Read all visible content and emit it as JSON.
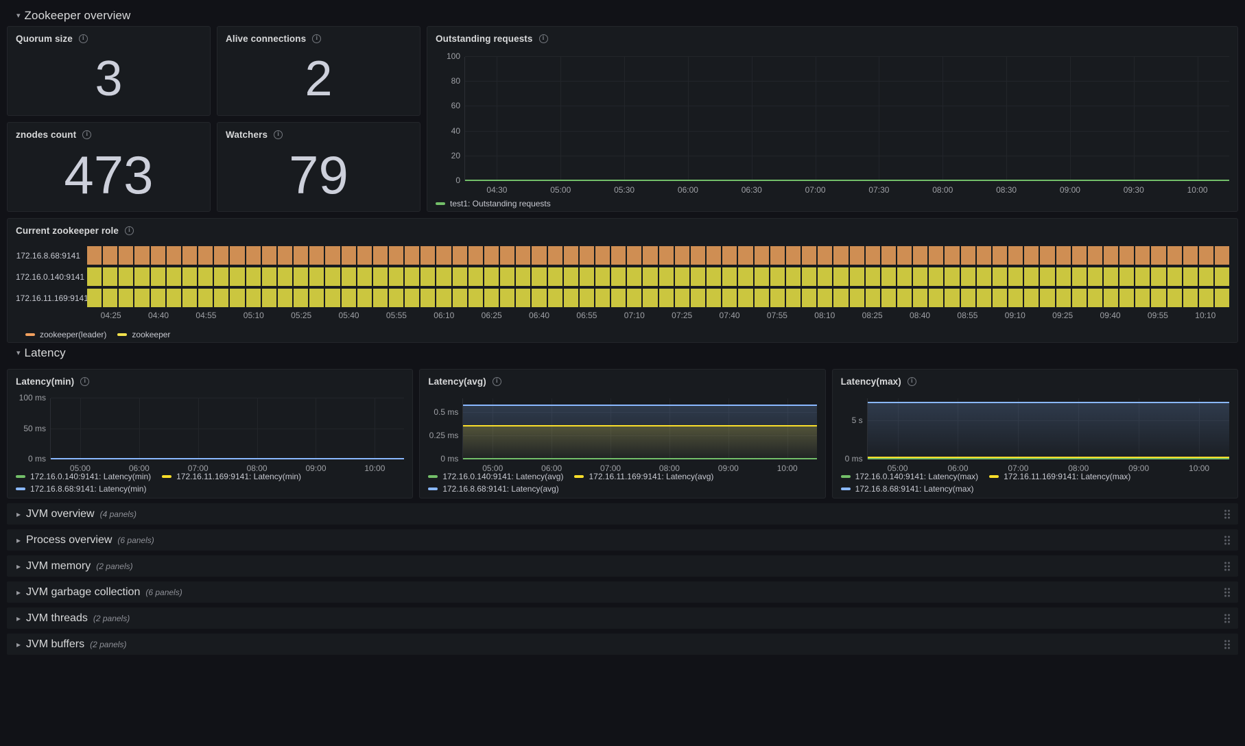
{
  "sections": {
    "zookeeper_overview": {
      "title": "Zookeeper overview",
      "caret": "chevron-down"
    },
    "latency": {
      "title": "Latency",
      "caret": "chevron-down"
    }
  },
  "stats": [
    {
      "title": "Quorum size",
      "value": "3",
      "size": "big"
    },
    {
      "title": "Alive connections",
      "value": "2",
      "size": "big"
    },
    {
      "title": "znodes count",
      "value": "473",
      "size": "huge"
    },
    {
      "title": "Watchers",
      "value": "79",
      "size": "huge"
    }
  ],
  "outstanding_requests": {
    "title": "Outstanding requests",
    "legend": [
      {
        "label": "test1: Outstanding requests",
        "color": "#73bf69"
      }
    ]
  },
  "zookeeper_role": {
    "title": "Current zookeeper role",
    "rows": [
      {
        "label": "172.16.8.68:9141",
        "state": "leader"
      },
      {
        "label": "172.16.0.140:9141",
        "state": "follower"
      },
      {
        "label": "172.16.11.169:9141",
        "state": "follower"
      }
    ],
    "legend": [
      {
        "label": "zookeeper(leader)",
        "color": "#f2a05e"
      },
      {
        "label": "zookeeper",
        "color": "#f2e14c"
      }
    ]
  },
  "latency_panels": [
    {
      "title": "Latency(min)",
      "legend": [
        {
          "label": "172.16.0.140:9141: Latency(min)",
          "color": "#73bf69"
        },
        {
          "label": "172.16.11.169:9141: Latency(min)",
          "color": "#fade2a"
        },
        {
          "label": "172.16.8.68:9141: Latency(min)",
          "color": "#8ab8ff"
        }
      ]
    },
    {
      "title": "Latency(avg)",
      "legend": [
        {
          "label": "172.16.0.140:9141: Latency(avg)",
          "color": "#73bf69"
        },
        {
          "label": "172.16.11.169:9141: Latency(avg)",
          "color": "#fade2a"
        },
        {
          "label": "172.16.8.68:9141: Latency(avg)",
          "color": "#8ab8ff"
        }
      ]
    },
    {
      "title": "Latency(max)",
      "legend": [
        {
          "label": "172.16.0.140:9141: Latency(max)",
          "color": "#73bf69"
        },
        {
          "label": "172.16.11.169:9141: Latency(max)",
          "color": "#fade2a"
        },
        {
          "label": "172.16.8.68:9141: Latency(max)",
          "color": "#8ab8ff"
        }
      ]
    }
  ],
  "collapsed_rows": [
    {
      "title": "JVM overview",
      "count": "(4 panels)"
    },
    {
      "title": "Process overview",
      "count": "(6 panels)"
    },
    {
      "title": "JVM memory",
      "count": "(2 panels)"
    },
    {
      "title": "JVM garbage collection",
      "count": "(6 panels)"
    },
    {
      "title": "JVM threads",
      "count": "(2 panels)"
    },
    {
      "title": "JVM buffers",
      "count": "(2 panels)"
    }
  ],
  "chart_data": [
    {
      "type": "line",
      "title": "Outstanding requests",
      "xlabel": "",
      "ylabel": "",
      "ylim": [
        0,
        100
      ],
      "yticks": [
        "0",
        "20",
        "40",
        "60",
        "80",
        "100"
      ],
      "xticks": [
        "04:30",
        "05:00",
        "05:30",
        "06:00",
        "06:30",
        "07:00",
        "07:30",
        "08:00",
        "08:30",
        "09:00",
        "09:30",
        "10:00"
      ],
      "grid": true,
      "legend_position": "bottom",
      "series": [
        {
          "name": "test1: Outstanding requests",
          "color": "#73bf69",
          "constant_value": 0
        }
      ]
    },
    {
      "type": "heatmap",
      "title": "Current zookeeper role",
      "rows": [
        "172.16.8.68:9141",
        "172.16.0.140:9141",
        "172.16.11.169:9141"
      ],
      "states": [
        "zookeeper(leader)",
        "zookeeper"
      ],
      "row_states": [
        "zookeeper(leader)",
        "zookeeper",
        "zookeeper"
      ],
      "xticks": [
        "04:25",
        "04:40",
        "04:55",
        "05:10",
        "05:25",
        "05:40",
        "05:55",
        "06:10",
        "06:25",
        "06:40",
        "06:55",
        "07:10",
        "07:25",
        "07:40",
        "07:55",
        "08:10",
        "08:25",
        "08:40",
        "08:55",
        "09:10",
        "09:25",
        "09:40",
        "09:55",
        "10:10"
      ],
      "legend_position": "bottom"
    },
    {
      "type": "line",
      "title": "Latency(min)",
      "yticks": [
        "0 ms",
        "50 ms",
        "100 ms"
      ],
      "ylim": [
        0,
        100
      ],
      "xticks": [
        "05:00",
        "06:00",
        "07:00",
        "08:00",
        "09:00",
        "10:00"
      ],
      "grid": true,
      "legend_position": "bottom",
      "series": [
        {
          "name": "172.16.0.140:9141: Latency(min)",
          "color": "#73bf69",
          "constant_value": 0
        },
        {
          "name": "172.16.11.169:9141: Latency(min)",
          "color": "#fade2a",
          "constant_value": 0
        },
        {
          "name": "172.16.8.68:9141: Latency(min)",
          "color": "#8ab8ff",
          "constant_value": 0
        }
      ]
    },
    {
      "type": "area",
      "title": "Latency(avg)",
      "yticks": [
        "0 ms",
        "0.25 ms",
        "0.5 ms"
      ],
      "ylim": [
        0,
        0.65
      ],
      "xticks": [
        "05:00",
        "06:00",
        "07:00",
        "08:00",
        "09:00",
        "10:00"
      ],
      "grid": true,
      "legend_position": "bottom",
      "series": [
        {
          "name": "172.16.8.68:9141: Latency(avg)",
          "color": "#8ab8ff",
          "constant_value": 0.57
        },
        {
          "name": "172.16.11.169:9141: Latency(avg)",
          "color": "#fade2a",
          "constant_value": 0.35
        },
        {
          "name": "172.16.0.140:9141: Latency(avg)",
          "color": "#73bf69",
          "constant_value": 0
        }
      ]
    },
    {
      "type": "area",
      "title": "Latency(max)",
      "yticks": [
        "0 ms",
        "5 s"
      ],
      "ylim": [
        0,
        8
      ],
      "xticks": [
        "05:00",
        "06:00",
        "07:00",
        "08:00",
        "09:00",
        "10:00"
      ],
      "grid": true,
      "legend_position": "bottom",
      "series": [
        {
          "name": "172.16.8.68:9141: Latency(max)",
          "color": "#8ab8ff",
          "constant_value": 7.4
        },
        {
          "name": "172.16.11.169:9141: Latency(max)",
          "color": "#fade2a",
          "constant_value": 0.2
        },
        {
          "name": "172.16.0.140:9141: Latency(max)",
          "color": "#73bf69",
          "constant_value": 0
        }
      ]
    }
  ]
}
